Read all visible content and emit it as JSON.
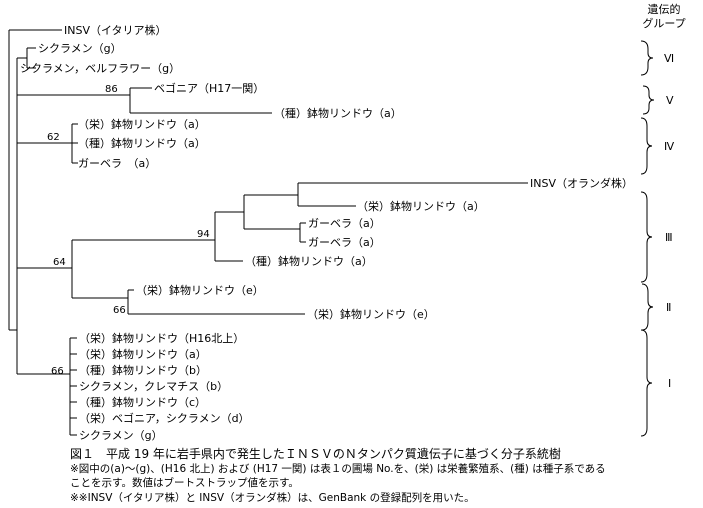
{
  "header": {
    "line1": "遺伝的",
    "line2": "グループ"
  },
  "leaves": [
    "INSV（イタリア株）",
    "シクラメン（g）",
    "シクラメン，ベルフラワー（g）",
    "ベゴニア（H17一関）",
    "（種）鉢物リンドウ（a）",
    "（栄）鉢物リンドウ（a）",
    "（種）鉢物リンドウ（a）",
    "ガーベラ　（a）",
    "INSV（オランダ株）",
    "（栄）鉢物リンドウ（a）",
    "ガーベラ（a）",
    "ガーベラ（a）",
    "（種）鉢物リンドウ（a）",
    "（栄）鉢物リンドウ（e）",
    "（栄）鉢物リンドウ（e）",
    "（栄）鉢物リンドウ（H16北上）",
    "（栄）鉢物リンドウ（a）",
    "（種）鉢物リンドウ（b）",
    "シクラメン，クレマチス（b）",
    "（種）鉢物リンドウ（c）",
    "（栄）ベゴニア，シクラメン（d）",
    "シクラメン（g）"
  ],
  "bootstrap": [
    "86",
    "62",
    "94",
    "64",
    "66",
    "66"
  ],
  "groups": [
    "Ⅵ",
    "Ⅴ",
    "Ⅳ",
    "Ⅲ",
    "Ⅱ",
    "Ⅰ"
  ],
  "caption": "図１　平成 19 年に岩手県内で発生したＩＮＳＶのＮタンパク質遺伝子に基づく分子系統樹",
  "notes": [
    "※図中の(a)～(g)、(H16 北上) および (H17 一関) は表１の圃場 No.を、(栄) は栄養繁殖系、(種) は種子系である",
    "ことを示す。数値はブートストラップ値を示す。",
    "※※INSV（イタリア株）と INSV（オランダ株）は、GenBank の登録配列を用いた。"
  ]
}
